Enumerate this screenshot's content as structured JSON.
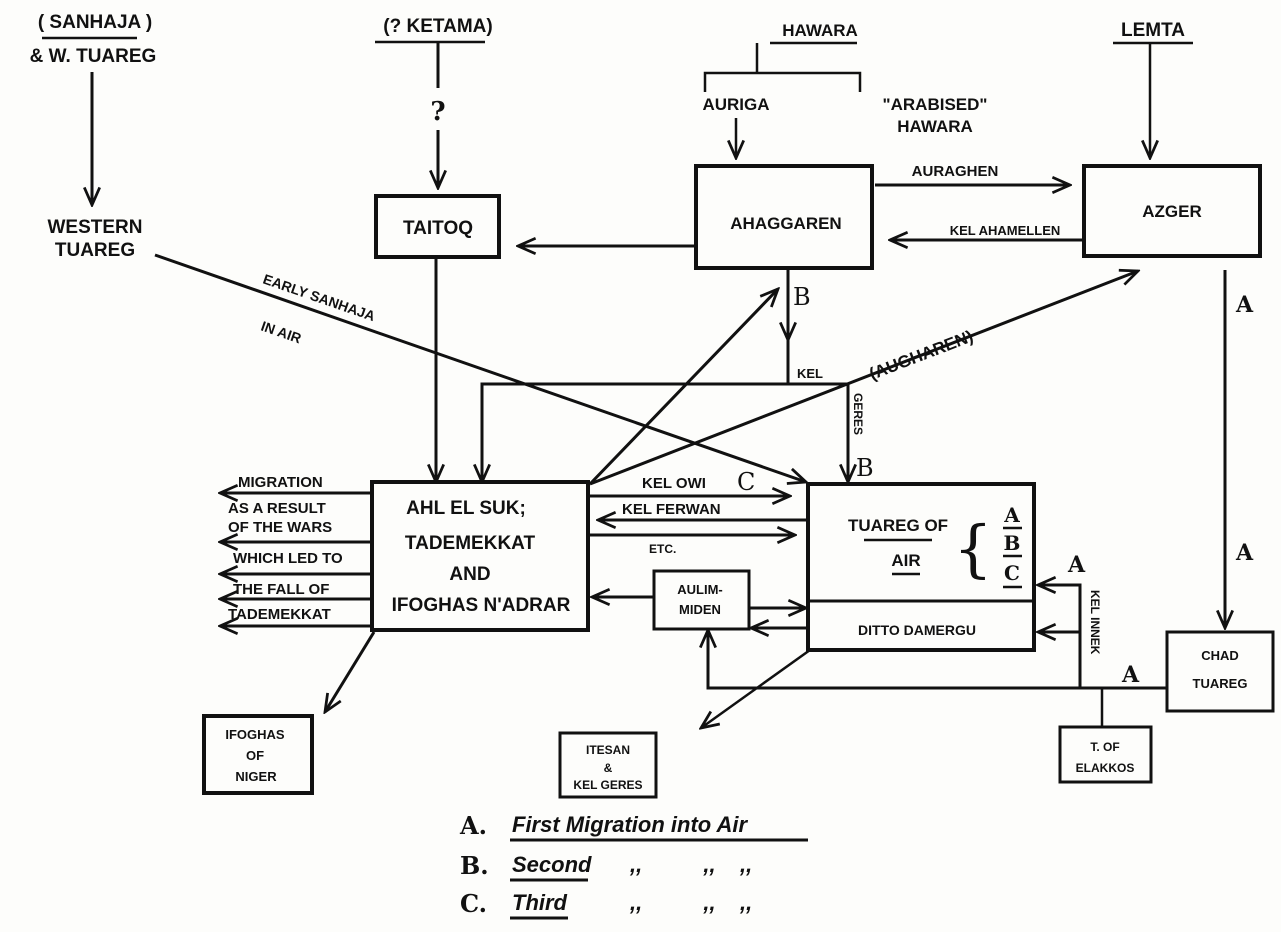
{
  "diagram": {
    "origins": {
      "sanhaja_line1": "( SANHAJA )",
      "sanhaja_line2": "& W. TUAREG",
      "ketama": "(? KETAMA)",
      "ketama_question": "?",
      "hawara": "HAWARA",
      "auriga": "AURIGA",
      "arabised_line1": "\"ARABISED\"",
      "arabised_line2": "HAWARA",
      "lemta": "LEMTA",
      "western_line1": "WESTERN",
      "western_line2": "TUAREG"
    },
    "boxes": {
      "taitoq": "TAITOQ",
      "ahaggaren": "AHAGGAREN",
      "azger": "AZGER",
      "ahl_line1": "AHL EL SUK;",
      "ahl_line2": "TADEMEKKAT",
      "ahl_line3": "AND",
      "ahl_line4": "IFOGHAS N'ADRAR",
      "air_line1": "TUAREG OF",
      "air_line2": "AIR",
      "air_brace": "{",
      "air_a": "A",
      "air_b": "B",
      "air_c": "C",
      "damergu": "DITTO DAMERGU",
      "aulim_line1": "AULIM-",
      "aulim_line2": "MIDEN",
      "chad_line1": "CHAD",
      "chad_line2": "TUAREG",
      "ifoghas_line1": "IFOGHAS",
      "ifoghas_line2": "OF",
      "ifoghas_line3": "NIGER",
      "itesan_line1": "ITESAN",
      "itesan_line2": "&",
      "itesan_line3": "KEL GERES",
      "elakkos_line1": "T. OF",
      "elakkos_line2": "ELAKKOS"
    },
    "edge_labels": {
      "auraghen": "AURAGHEN",
      "kel_ahamellen": "KEL AHAMELLEN",
      "early_sanhaja_1": "EARLY SANHAJA",
      "early_sanhaja_2": "IN AIR",
      "augharen": "(AUGHAREN)",
      "kel": "KEL",
      "geres": "GERES",
      "kel_owi": "KEL OWI",
      "kel_ferwan": "KEL FERWAN",
      "etc": "ETC.",
      "kel_innek": "KEL INNEK",
      "mark_b1": "B",
      "mark_b2": "B",
      "mark_c": "C",
      "mark_a1": "A",
      "mark_a2": "A",
      "mark_a3": "A",
      "mark_a4": "A"
    },
    "migration_note": {
      "line1": "MIGRATION",
      "line2": "AS A RESULT",
      "line3": "OF THE WARS",
      "line4": "WHICH LED TO",
      "line5": "THE FALL OF",
      "line6": "TADEMEKKAT"
    },
    "legend": [
      {
        "key": "A.",
        "label": "First Migration into Air",
        "ditto": ""
      },
      {
        "key": "B.",
        "label": "Second",
        "ditto": ",,          ,,    ,,"
      },
      {
        "key": "C.",
        "label": "Third",
        "ditto": ",,          ,,    ,,"
      }
    ]
  }
}
